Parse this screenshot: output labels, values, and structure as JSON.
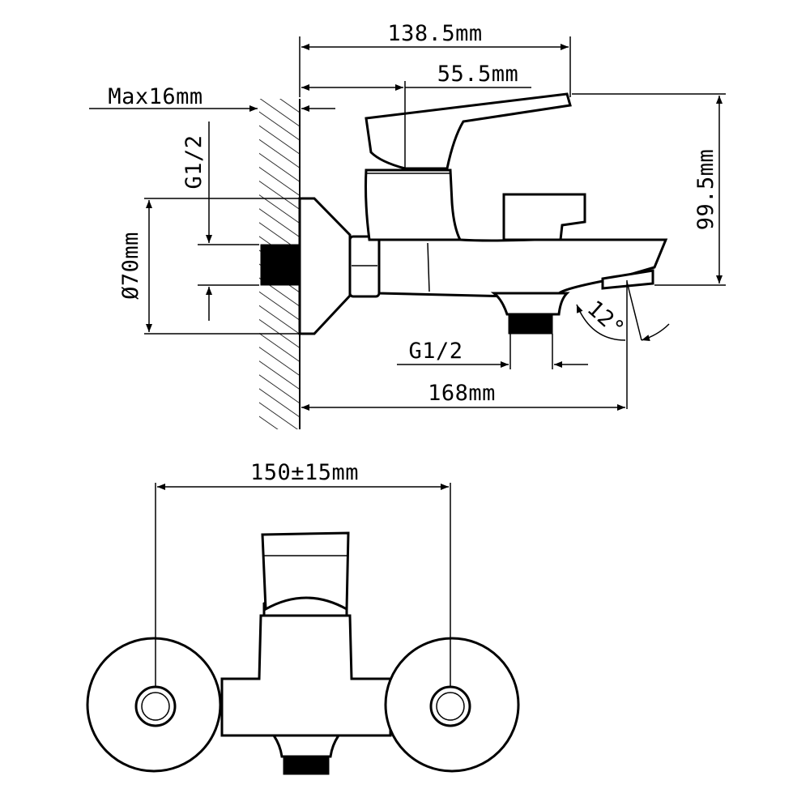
{
  "labels": {
    "dim_total_spout_reach": "138.5mm",
    "dim_handle_offset": "55.5mm",
    "dim_wall_max": "Max16mm",
    "dim_inlet_thread": "G1/2",
    "dim_flange_diameter": "Ø70mm",
    "dim_height": "99.5mm",
    "dim_spout_angle": "12°",
    "dim_outlet_thread": "G1/2",
    "dim_spout_length": "168mm",
    "dim_centers": "150±15mm"
  },
  "colors": {
    "line": "#000000",
    "background": "#ffffff"
  }
}
